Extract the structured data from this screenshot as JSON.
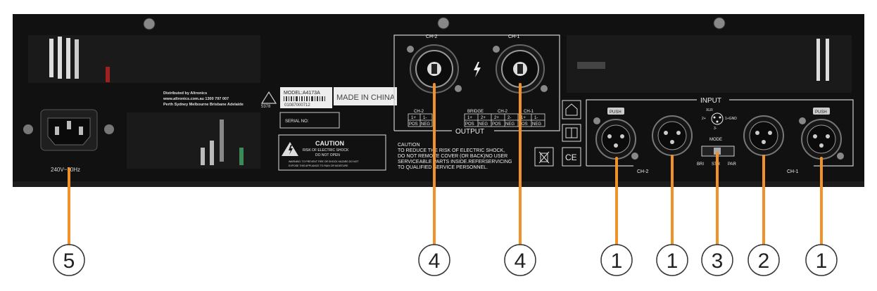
{
  "panel": {
    "ac_inlet_label": "240V~50Hz",
    "distributor": {
      "line1": "Distributed by Altronics",
      "line2": "www.altronics.com.au 1300 797 007",
      "line3": "Perth Sydney Melbourne Brisbane Adelaide"
    },
    "approval_number": "5378",
    "model_label": "MODEL:A4173A",
    "barcode_number": "01087000712",
    "made_in": "MADE IN CHINA",
    "serial_label": "SERIAL NO:",
    "caution_title": "CAUTION",
    "caution_sub1": "RISK OF ELECTRIC SHOCK",
    "caution_sub2": "DO NOT OPEN",
    "caution_warn1": "WARNING: TO PREVENT FIRE OR SHOCK HAZARD DO NOT",
    "caution_warn2": "EXPOSE THIS APPLIANCE TO RAIN OR MOISTURE",
    "service_text": [
      "CAUTION",
      "TO REDUCE THE RISK OF ELECTRIC SHOCK,",
      "DO NOT REMOVE COVER (OR BACK)NO USER",
      "SERVICEABLE PARTS INSIDE.REFERSERVICING",
      "TO QUALIFIED SERVICE PERSONNEL."
    ],
    "output": {
      "title": "OUTPUT",
      "ch2": "CH-2",
      "ch1": "CH-1",
      "table_left": {
        "head": "CH-2",
        "cells": [
          "1+",
          "1-",
          "POS",
          "NEG"
        ]
      },
      "table_right": {
        "heads": [
          "BRIDGE",
          "CH-2",
          "CH-1"
        ],
        "row1": [
          "1+",
          "2+",
          "2+",
          "2-",
          "1+",
          "1-"
        ],
        "row2": [
          "POS",
          "NEG",
          "POS",
          "NEG",
          "POS",
          "NEG"
        ]
      }
    },
    "input": {
      "title": "INPUT",
      "ch2": "CH-2",
      "ch1": "CH-1",
      "push1": "PUSH",
      "push2": "PUSH",
      "xlr": "XLR",
      "xlr_pin2": "2+",
      "xlr_pin1": "1+GND",
      "xlr_pin3": "3-",
      "mode": "MODE",
      "mode_options": [
        "BRI",
        "STR",
        "PAR"
      ]
    },
    "ce": "CE"
  },
  "callouts": [
    "5",
    "4",
    "4",
    "1",
    "1",
    "3",
    "2",
    "1"
  ],
  "colors": {
    "panel": "#121212",
    "callout_line": "#f0912a",
    "silk": "#d8d8d8"
  }
}
